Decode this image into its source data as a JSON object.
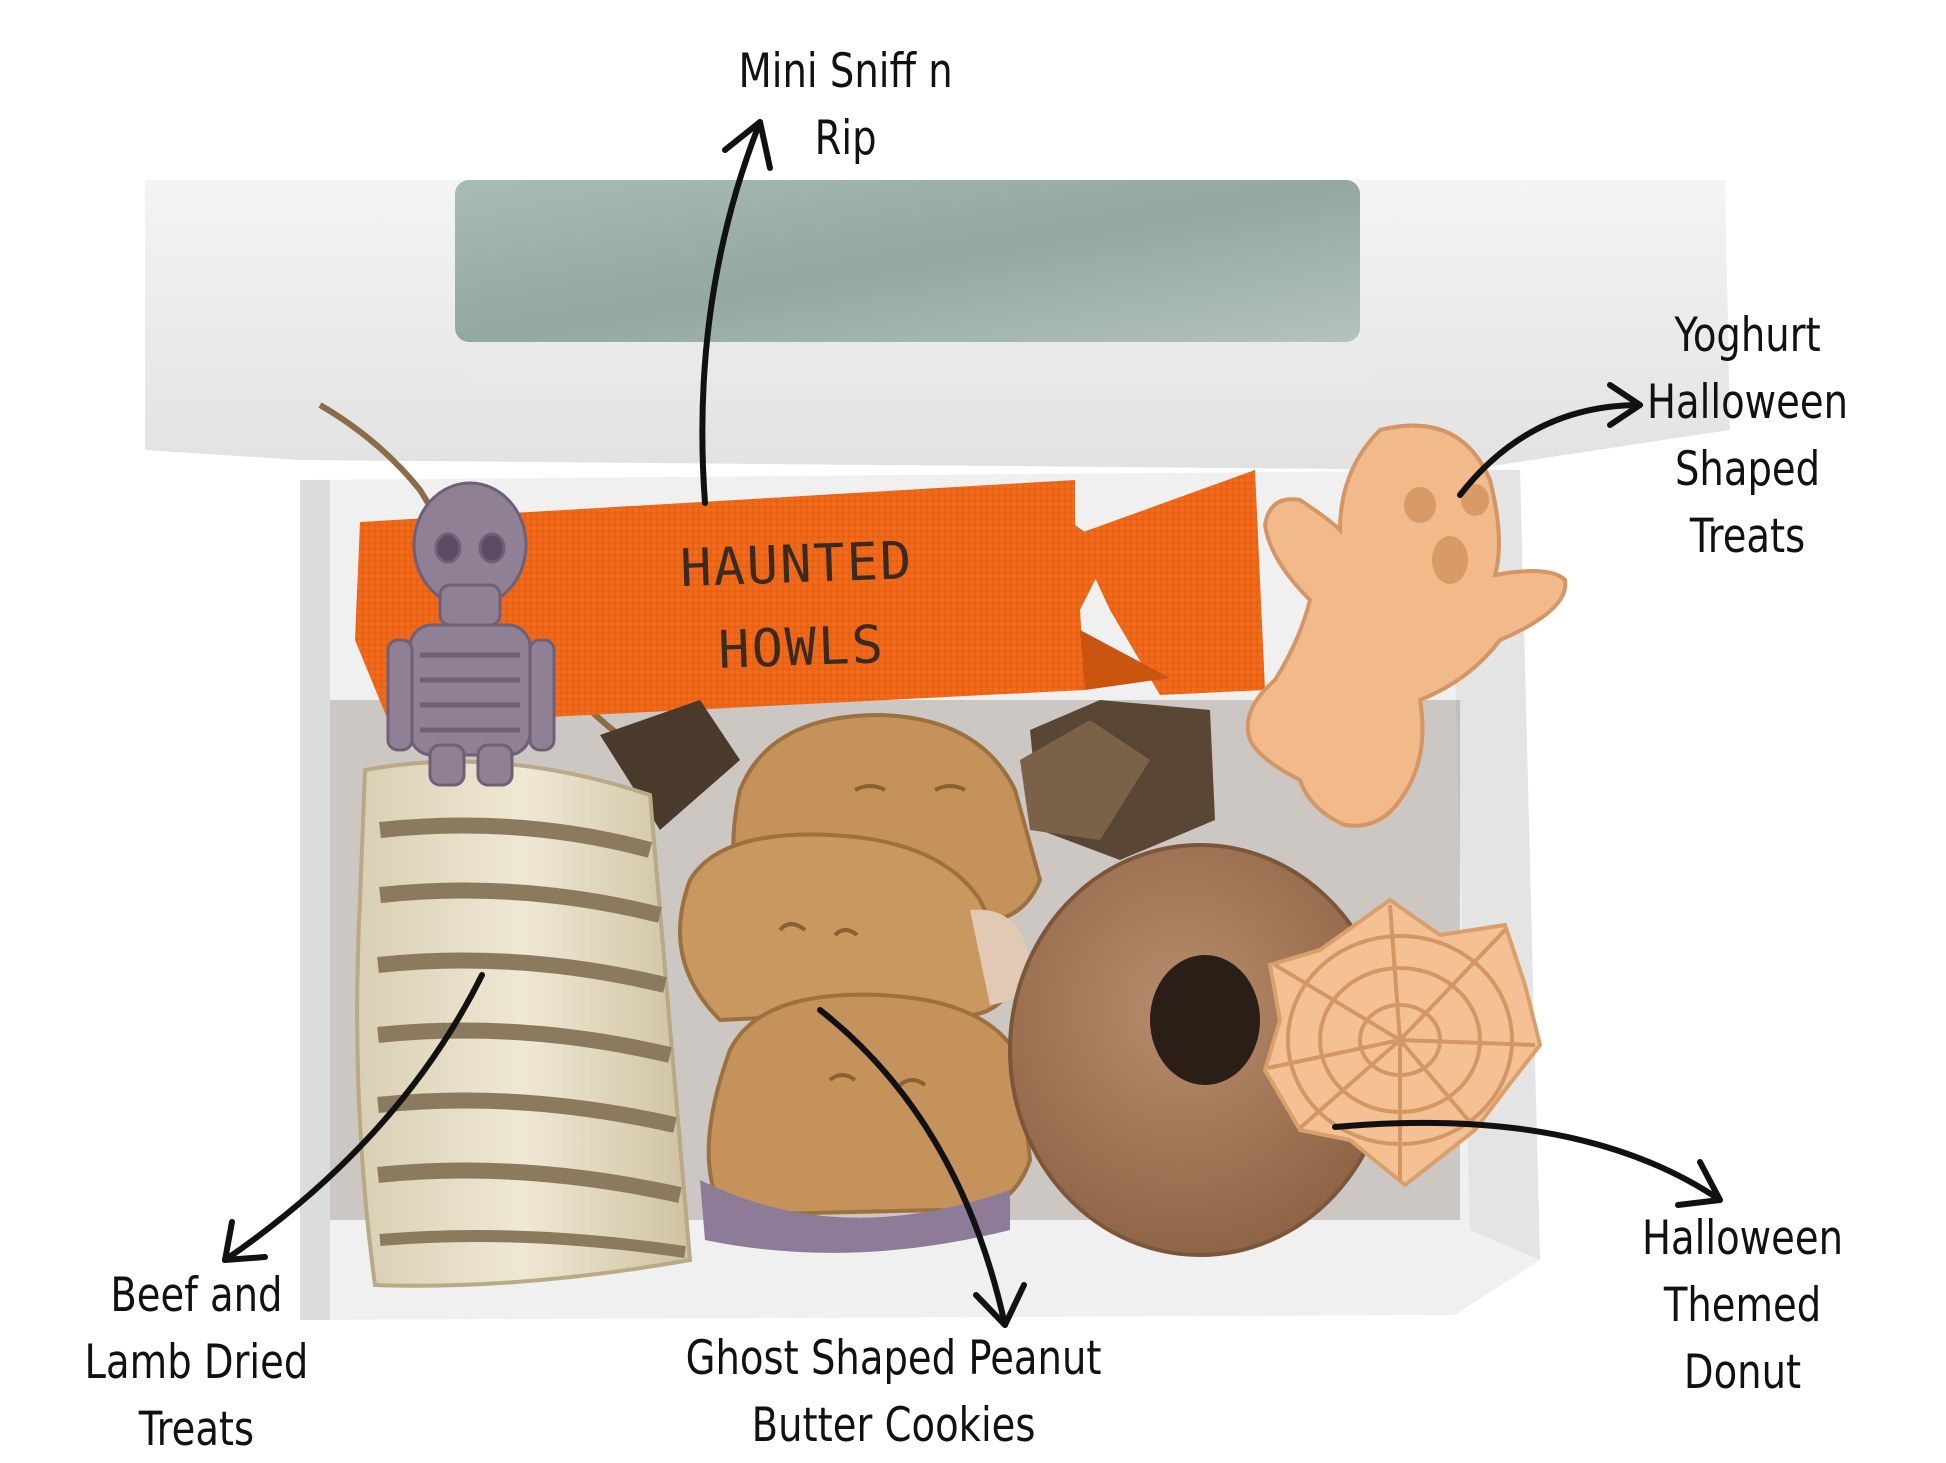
{
  "colors": {
    "tag_orange": "#f26a1b",
    "box_white": "#f2f2f2",
    "window_teal": "#9fb2ad",
    "skeleton_purple": "#8f8096",
    "cookie_tan": "#c4925a",
    "donut_brown": "#a77d5c",
    "yoghurt_peach": "#f2b98a",
    "arrow": "#111111"
  },
  "tag": {
    "line1": "HAUNTED",
    "line2": "HOWLS"
  },
  "labels": {
    "mini_sniff": {
      "line1": "Mini Sniff n",
      "line2": "Rip"
    },
    "yoghurt": {
      "line1": "Yoghurt",
      "line2": "Halloween",
      "line3": "Shaped",
      "line4": "Treats"
    },
    "beef_lamb": {
      "line1": "Beef and",
      "line2": "Lamb Dried",
      "line3": "Treats"
    },
    "ghost_cookies": {
      "line1": "Ghost Shaped Peanut",
      "line2": "Butter Cookies"
    },
    "donut": {
      "line1": "Halloween",
      "line2": "Themed",
      "line3": "Donut"
    }
  },
  "icons": [
    "skeleton-icon",
    "ghost-icon",
    "spiderweb-icon",
    "arrow-icon"
  ]
}
